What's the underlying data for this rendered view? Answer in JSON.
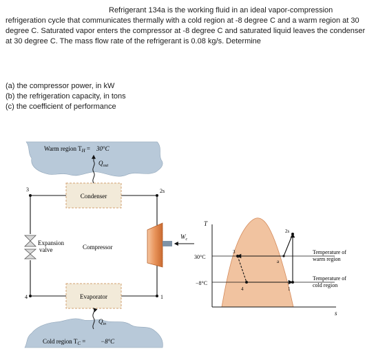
{
  "problem": {
    "statement": "Refrigerant 134a is the working fluid in an ideal vapor-compression refrigeration cycle that communicates thermally with a cold region at -8 degree C and a warm region at 30 degree C. Saturated vapor enters the compressor at -8 degree C and saturated liquid leaves the condenser at 30 degree C. The mass flow rate of the refrigerant is 0.08 kg/s. Determine",
    "parts": [
      "(a) the compressor power, in kW",
      "(b) the refrigeration capacity, in tons",
      "(c) the coefficient of performance"
    ]
  },
  "schematic": {
    "warm_region_label": "Warm region T",
    "warm_region_sub": "H",
    "warm_region_eq": " = ",
    "warm_region_value": "30°C",
    "q_out": "Q",
    "q_out_sub": "out",
    "condenser": "Condenser",
    "expansion_valve_1": "Expansion",
    "expansion_valve_2": "valve",
    "compressor": "Compressor",
    "w_c": "W",
    "w_c_sub": "c",
    "evaporator": "Evaporator",
    "q_in": "Q",
    "q_in_sub": "in",
    "cold_region_label": "Cold region T",
    "cold_region_sub": "C",
    "cold_region_eq": " = ",
    "cold_region_value": "−8°C",
    "state_1": "1",
    "state_2s": "2s",
    "state_3": "3",
    "state_4": "4"
  },
  "ts_diagram": {
    "y_axis": "T",
    "x_axis": "s",
    "t_warm": "30°C",
    "t_cold": "−8°C",
    "state_1": "1",
    "state_2s": "2s",
    "state_3": "3",
    "state_4": "4",
    "state_a": "a",
    "warm_label_1": "Temperature of",
    "warm_label_2": "warm region",
    "cold_label_1": "Temperature of",
    "cold_label_2": "cold region"
  },
  "colors": {
    "cloud": "#b8c9d9",
    "box_fill": "#f2ead9",
    "box_dash": "#d2a070",
    "dome_fill": "#f1c3a0",
    "compressor": "#e8935a"
  }
}
